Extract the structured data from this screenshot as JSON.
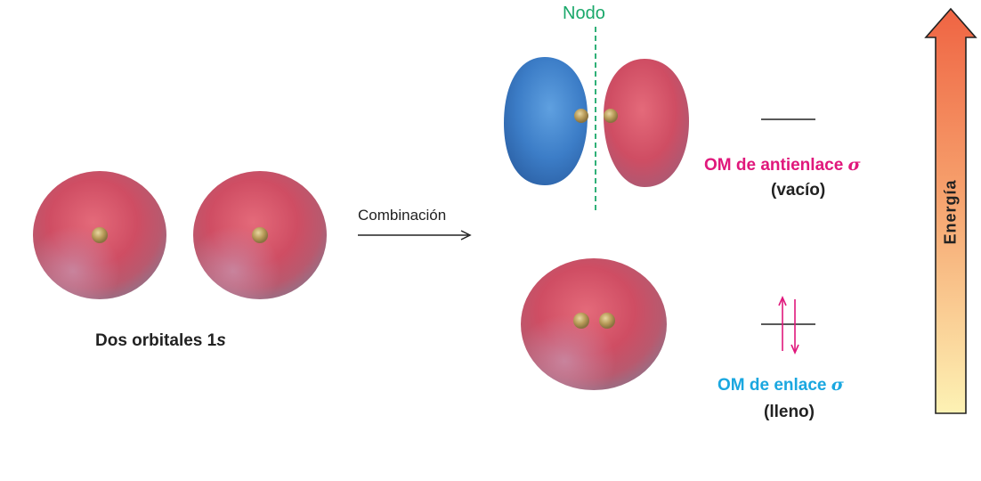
{
  "labels": {
    "node": "Nodo",
    "combination": "Combinación",
    "two_orbitals_prefix": "Dos orbitales 1",
    "two_orbitals_suffix": "s",
    "antibonding_prefix": "OM de antienlace ",
    "bonding_prefix": "OM de enlace ",
    "sigma": "σ",
    "empty": "(vacío)",
    "full": "(lleno)",
    "energy": "Energía"
  },
  "colors": {
    "node": "#1aa86a",
    "antibonding": "#e0187c",
    "bonding": "#1aa7e0",
    "electron_arrows": "#e0187c",
    "lobe_red": "#c8485c",
    "lobe_blue": "#3f7fc6",
    "energy_top": "#ef6a4a",
    "energy_bottom": "#fdf0b0"
  },
  "icons": {
    "energy_arrow": "up-arrow-gradient",
    "combination_arrow": "right-arrow",
    "electron_pair": "up-down-arrows"
  },
  "orbital_levels": {
    "antibonding_occupancy": 0,
    "bonding_occupancy": 2
  }
}
